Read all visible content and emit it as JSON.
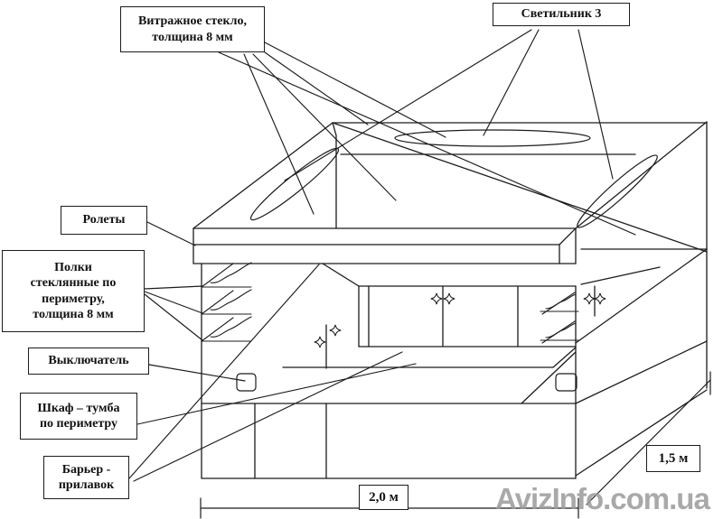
{
  "diagram": {
    "title_hint": "trade kiosk / showcase scheme",
    "callouts": {
      "vitrage": "Витражное стекло, толщина 8 мм",
      "lamp": "Светильник 3",
      "shutters": "Ролеты",
      "shelves": "Полки стеклянные по периметру, толщина 8 мм",
      "switch": "Выключатель",
      "cabinet": "Шкаф – тумба по периметру",
      "counter": "Барьер - прилавок"
    },
    "dimensions": {
      "width": "2,0 м",
      "depth": "1,5 м"
    },
    "colors": {
      "line": "#1c1c1c",
      "watermark": "#9b9b9b",
      "background": "#ffffff"
    }
  },
  "watermark": {
    "text": "AvizInfo.com.ua"
  }
}
